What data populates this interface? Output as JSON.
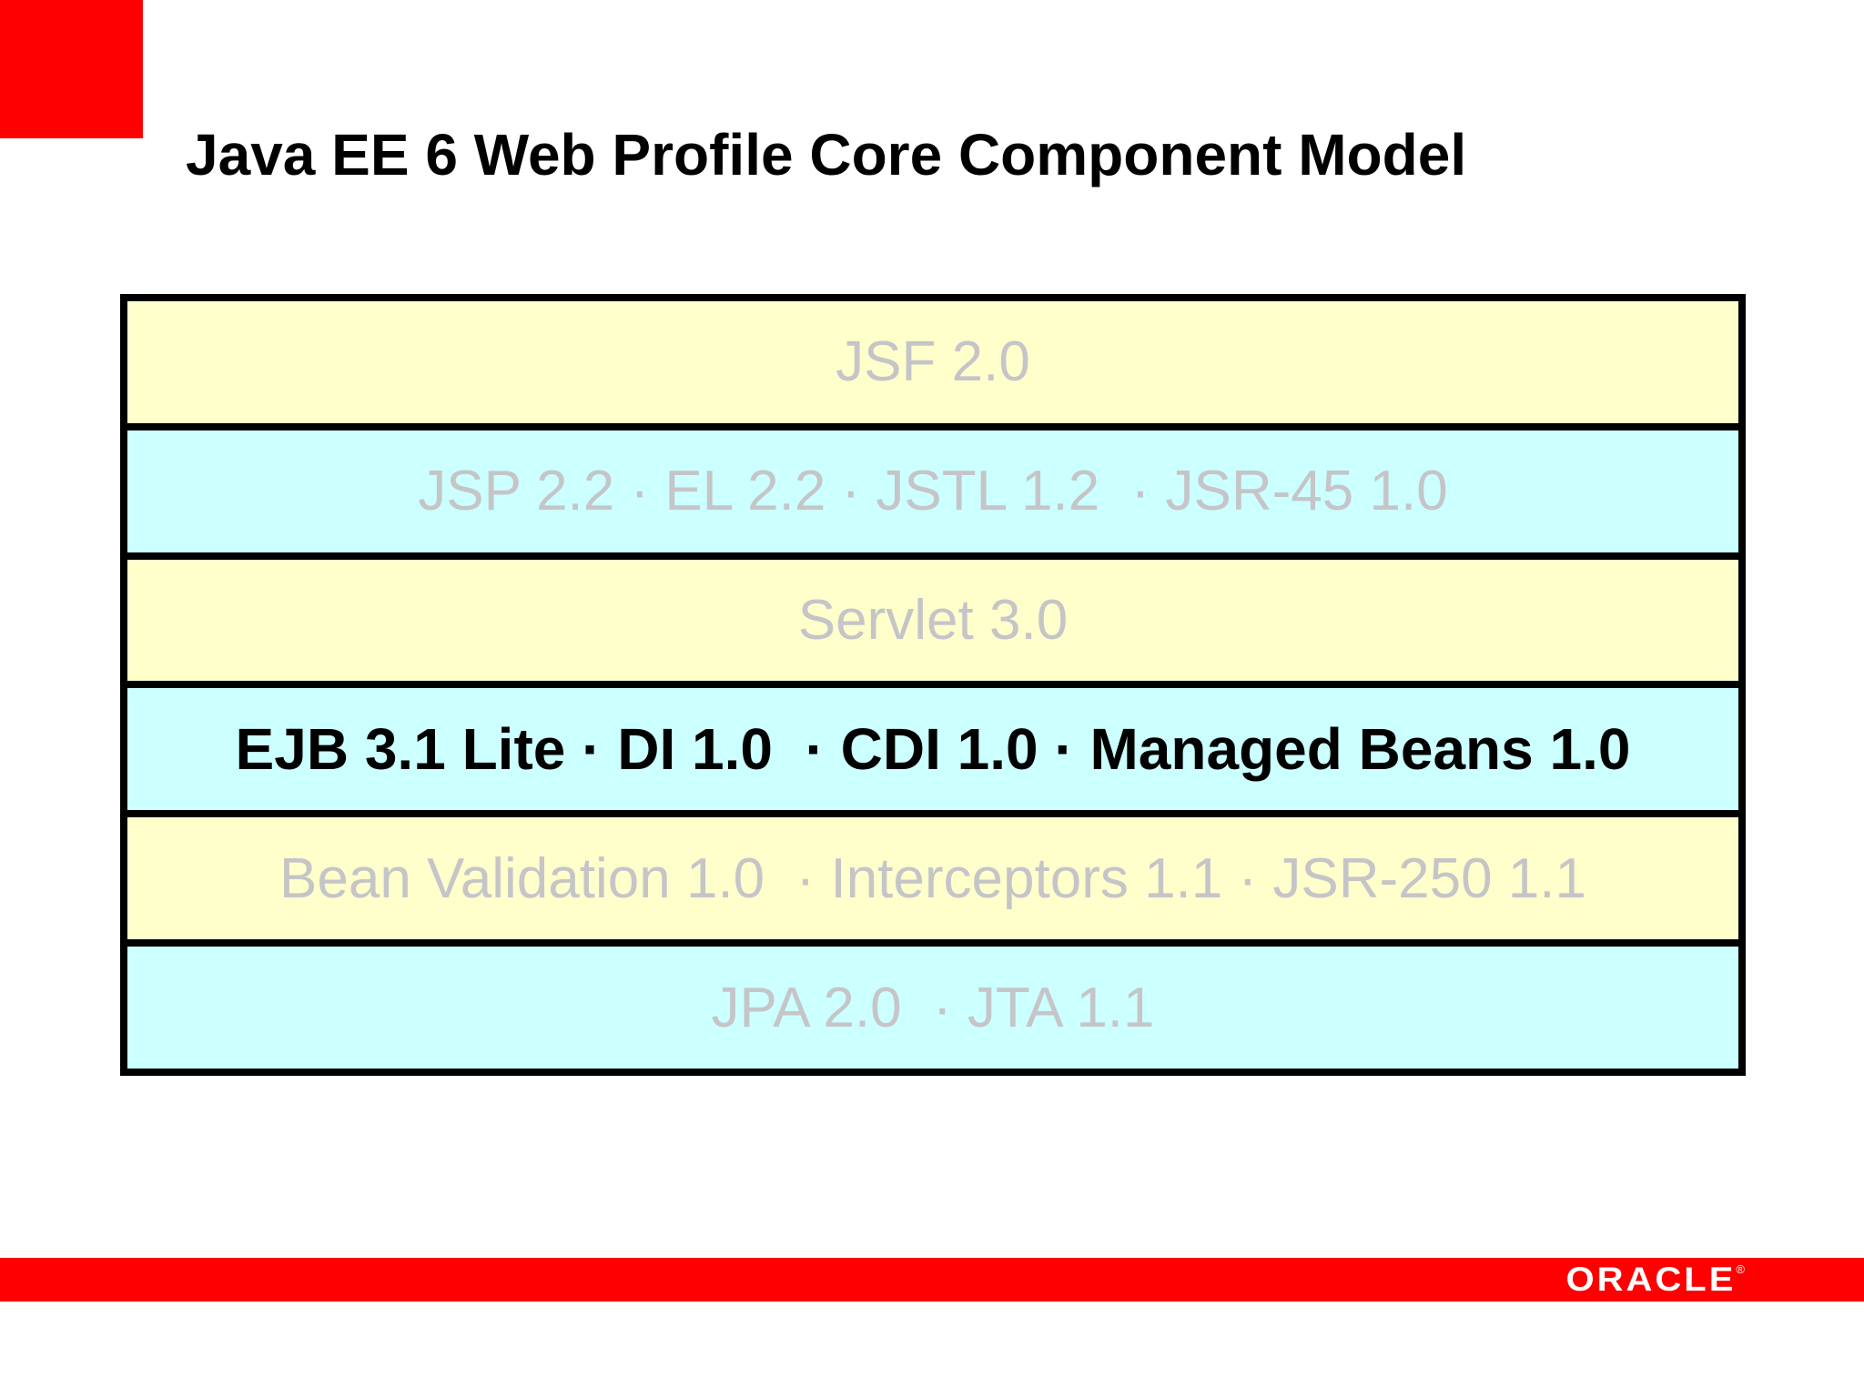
{
  "slide": {
    "title": "Java EE 6 Web Profile Core Component Model",
    "stack": {
      "rows": [
        {
          "label": "JSF 2.0",
          "tone": "yellow",
          "emphasis": "muted"
        },
        {
          "label": "JSP 2.2 · EL 2.2 · JSTL 1.2  · JSR-45 1.0",
          "tone": "cyan",
          "emphasis": "muted"
        },
        {
          "label": "Servlet 3.0",
          "tone": "yellow",
          "emphasis": "muted"
        },
        {
          "label": "EJB 3.1 Lite · DI 1.0  · CDI 1.0 · Managed Beans 1.0",
          "tone": "cyan",
          "emphasis": "highlight"
        },
        {
          "label": "Bean Validation 1.0  · Interceptors 1.1 · JSR-250 1.1",
          "tone": "yellow",
          "emphasis": "muted"
        },
        {
          "label": "JPA 2.0  · JTA 1.1",
          "tone": "cyan",
          "emphasis": "muted"
        }
      ]
    },
    "footer": {
      "brand": "ORACLE",
      "registered_mark": "®"
    },
    "colors": {
      "accent_red": "#fe0000",
      "row_yellow": "#ffffcc",
      "row_cyan": "#ccffff",
      "muted_text": "#c5c5c8",
      "active_text": "#000000",
      "border": "#000000"
    }
  }
}
